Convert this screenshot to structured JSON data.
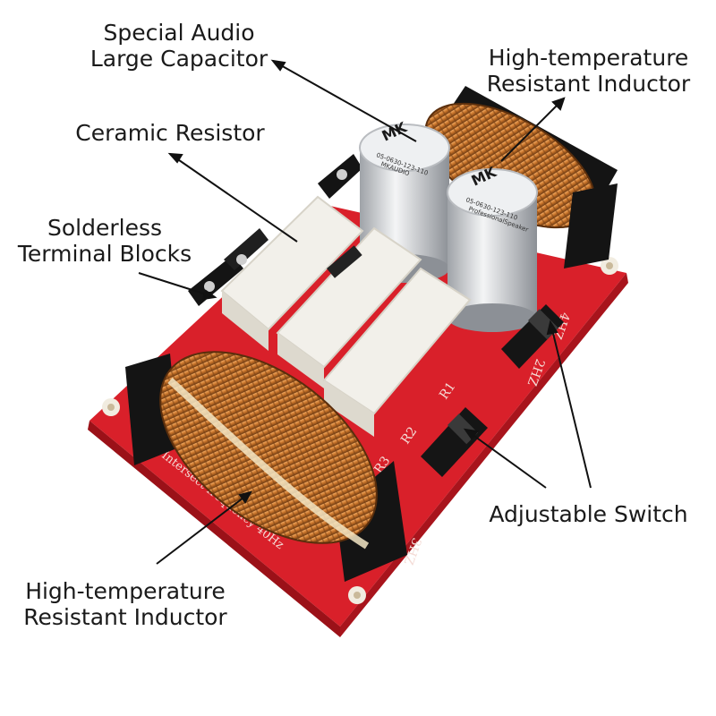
{
  "labels": {
    "capacitor": {
      "line1": "Special Audio",
      "line2": "Large Capacitor"
    },
    "inductor_top": {
      "line1": "High-temperature",
      "line2": "Resistant Inductor"
    },
    "resistor": {
      "line1": "Ceramic Resistor"
    },
    "terminal": {
      "line1": "Solderless",
      "line2": "Terminal Blocks"
    },
    "switch": {
      "line1": "Adjustable Switch"
    },
    "inductor_bottom": {
      "line1": "High-temperature",
      "line2": "Resistant Inductor"
    }
  },
  "board": {
    "cap_logo": "MK",
    "cap_code": "05-0630-123-110",
    "cap_brand": "MKAUDIO",
    "cap_sub": "ProfessionalSpeaker",
    "silk_r1": "R1",
    "silk_r2": "R2",
    "silk_r3": "R3",
    "silk_2hz": "2HZ",
    "silk_3hz": "3HZ",
    "silk_4hz": "4HZ",
    "silk_freq": "Intersect frequency 40Hz"
  },
  "colors": {
    "pcb": "#d9202a",
    "copper": "#c8742a",
    "ceramic": "#f2f0ea",
    "can": "#d8dadc",
    "bracket": "#141414"
  }
}
